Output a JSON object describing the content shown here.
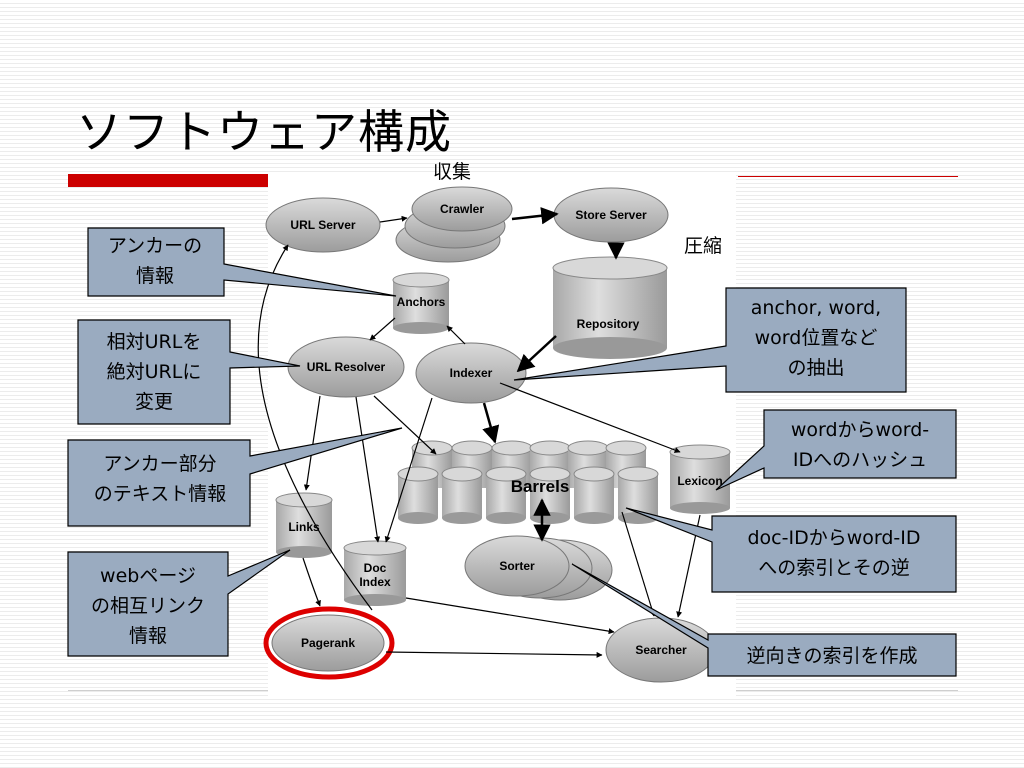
{
  "slide": {
    "title": "ソフトウェア構成"
  },
  "labels": {
    "collect": "収集",
    "compress": "圧縮"
  },
  "nodes": {
    "url_server": "URL Server",
    "crawler": "Crawler",
    "store_server": "Store Server",
    "anchors": "Anchors",
    "repository": "Repository",
    "url_resolver": "URL Resolver",
    "indexer": "Indexer",
    "barrels": "Barrels",
    "lexicon": "Lexicon",
    "links": "Links",
    "doc_index_line1": "Doc",
    "doc_index_line2": "Index",
    "sorter": "Sorter",
    "pagerank": "Pagerank",
    "searcher": "Searcher"
  },
  "callouts": {
    "anchor_info": [
      "アンカーの",
      "情報"
    ],
    "relative_to_absolute": [
      "相対URLを",
      "絶対URLに",
      "変更"
    ],
    "anchor_text": [
      "アンカー部分",
      "のテキスト情報"
    ],
    "web_links": [
      "webページ",
      "の相互リンク",
      "情報"
    ],
    "extract_words": [
      "anchor, word,",
      "word位置など",
      "の抽出"
    ],
    "word_hash": [
      "wordからword-",
      "IDへのハッシュ"
    ],
    "docid_index": [
      "doc-IDからword-ID",
      "への索引とその逆"
    ],
    "inverted_index": [
      "逆向きの索引を作成"
    ]
  },
  "colors": {
    "callout_fill": "#9aabc0",
    "node_fill": "#c2c2c2",
    "highlight": "#dd0000",
    "accent_bar": "#cc0000"
  }
}
